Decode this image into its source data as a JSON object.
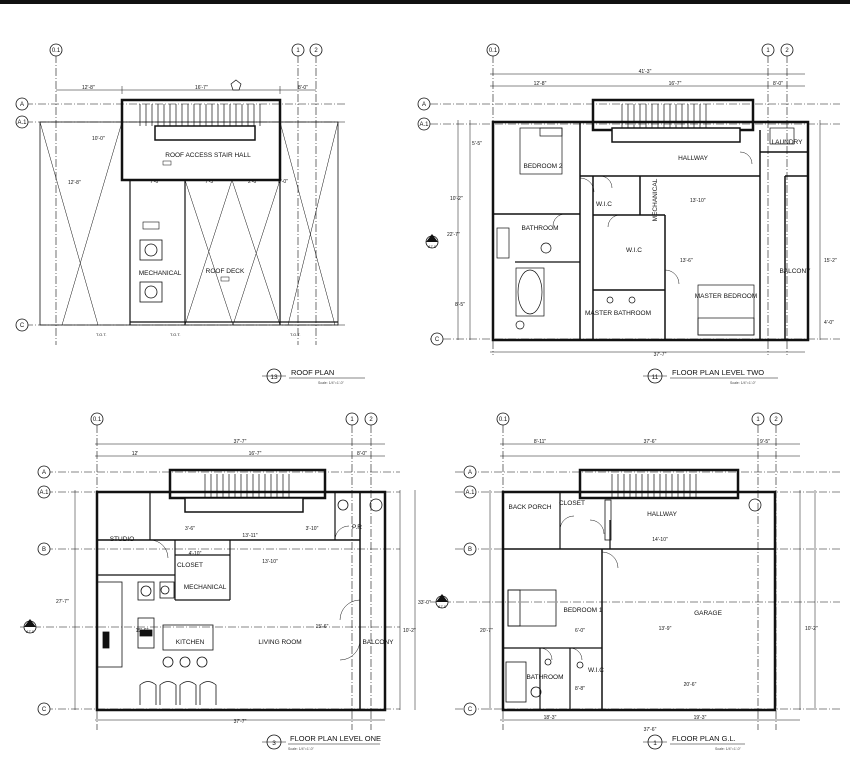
{
  "plans": {
    "roof": {
      "number": "13",
      "title": "ROOF PLAN",
      "scale": "Scale: 1/4\"=1'-0\"",
      "rooms": [
        "ROOF ACCESS STAIR HALL",
        "MECHANICAL",
        "ROOF DECK"
      ],
      "dims_top": [
        "12'-8\"",
        "16'-7\"",
        "8'-0\""
      ],
      "dims_misc": [
        "7'-6\"",
        "7'-5\"",
        "2'-6\"",
        "8'-0\"",
        "12'-8\"",
        "10'-0\""
      ],
      "grid_cols": [
        "0.1",
        "1",
        "2"
      ],
      "grid_rows": [
        "A",
        "A.1",
        "C"
      ],
      "tag": "T.O.T."
    },
    "level_two": {
      "number": "11",
      "title": "FLOOR PLAN LEVEL TWO",
      "scale": "Scale: 1/4\"=1'-0\"",
      "rooms": [
        "BEDROOM 2",
        "HALLWAY",
        "LAUNDRY",
        "MECHANICAL",
        "W.I.C",
        "BATHROOM",
        "W.I.C",
        "BALCONY",
        "MASTER BEDROOM",
        "MASTER BATHROOM"
      ],
      "dims_top": [
        "41'-3\"",
        "12'-8\"",
        "16'-7\"",
        "8'-0\""
      ],
      "dims_bottom": [
        "37'-7\""
      ],
      "dims_misc": [
        "10'-2\"",
        "22'-7\"",
        "8'-5\"",
        "5'-5\"",
        "13'-6\"",
        "13'-10\"",
        "15'-2\"",
        "4'-0\""
      ],
      "grid_cols": [
        "0.1",
        "1",
        "2"
      ],
      "grid_rows": [
        "A",
        "A.1",
        "C"
      ],
      "section_mark": "A7.0"
    },
    "level_one": {
      "number": "3",
      "title": "FLOOR PLAN LEVEL ONE",
      "scale": "Scale: 1/4\"=1'-0\"",
      "rooms": [
        "STUDIO",
        "CLOSET",
        "MECHANICAL",
        "P.R",
        "KITCHEN",
        "LIVING ROOM",
        "BALCONY"
      ],
      "dims_top": [
        "37'-7\"",
        "12'",
        "16'-7\"",
        "8'-0\""
      ],
      "dims_bottom": [
        "37'-7\""
      ],
      "dims_misc": [
        "13'-11\"",
        "3'-6\"",
        "3'-10\"",
        "4'-10\"",
        "13'-10\"",
        "15'-6\"",
        "27'-7\"",
        "10'-2\"",
        "15'-6\"",
        "33'-0\""
      ],
      "grid_cols": [
        "0.1",
        "1",
        "2"
      ],
      "grid_rows": [
        "A",
        "A.1",
        "B",
        "C"
      ],
      "section_mark": "A7.0"
    },
    "gl": {
      "number": "1",
      "title": "FLOOR PLAN G.L.",
      "scale": "Scale: 1/4\"=1'-0\"",
      "rooms": [
        "BACK PORCH",
        "CLOSET",
        "HALLWAY",
        "BEDROOM 1",
        "GARAGE",
        "BATHROOM",
        "W.I.C"
      ],
      "dims_top": [
        "37'-6\"",
        "8'-11\"",
        "9'-5\""
      ],
      "dims_bottom": [
        "37'-6\"",
        "18'-3\"",
        "19'-3\""
      ],
      "dims_misc": [
        "14'-10\"",
        "13'-9\"",
        "20'-6\"",
        "20'-7\"",
        "6'-0\"",
        "8'-8\"",
        "10'-2\""
      ],
      "grid_cols": [
        "0.1",
        "1",
        "2"
      ],
      "grid_rows": [
        "A",
        "A.1",
        "B",
        "C"
      ],
      "section_mark": "A7.0"
    }
  }
}
